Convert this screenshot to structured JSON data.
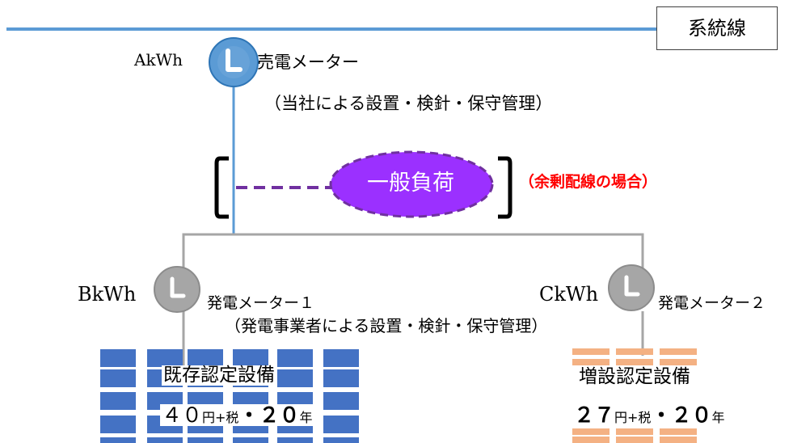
{
  "grid_line_label": "系統線",
  "meter_a": {
    "value_label": "AkWh",
    "name": "売電メーター",
    "note": "（当社による設置・検針・保守管理）"
  },
  "load": {
    "label": "一般負荷",
    "condition": "（余剰配線の場合）"
  },
  "meter_b": {
    "value_label": "BkWh",
    "name": "発電メーター１",
    "note": "（発電事業者による設置・検針・保守管理）"
  },
  "meter_c": {
    "value_label": "CkWh",
    "name": "発電メーター２"
  },
  "facility_existing": {
    "name": "既存認定設備",
    "price_number": "４０",
    "price_unit": "円+税",
    "separator": "・",
    "term_number": "２０",
    "term_unit": "年"
  },
  "facility_added": {
    "name": "増設認定設備",
    "price_number": "２７",
    "price_unit": "円+税",
    "separator": "・",
    "term_number": "２０",
    "term_unit": "年"
  },
  "colors": {
    "grid_line": "#5b9bd5",
    "branch_line": "#a6a6a6",
    "meter_sell": "#5b9bd5",
    "meter_gen": "#a6a6a6",
    "load_fill": "#9b30ff",
    "load_border": "#7030a0",
    "condition_text": "#ff0000",
    "panel_existing": "#4472c4",
    "panel_added": "#f4b183"
  },
  "icons": [
    "clock-icon",
    "solar-panel-grid"
  ]
}
